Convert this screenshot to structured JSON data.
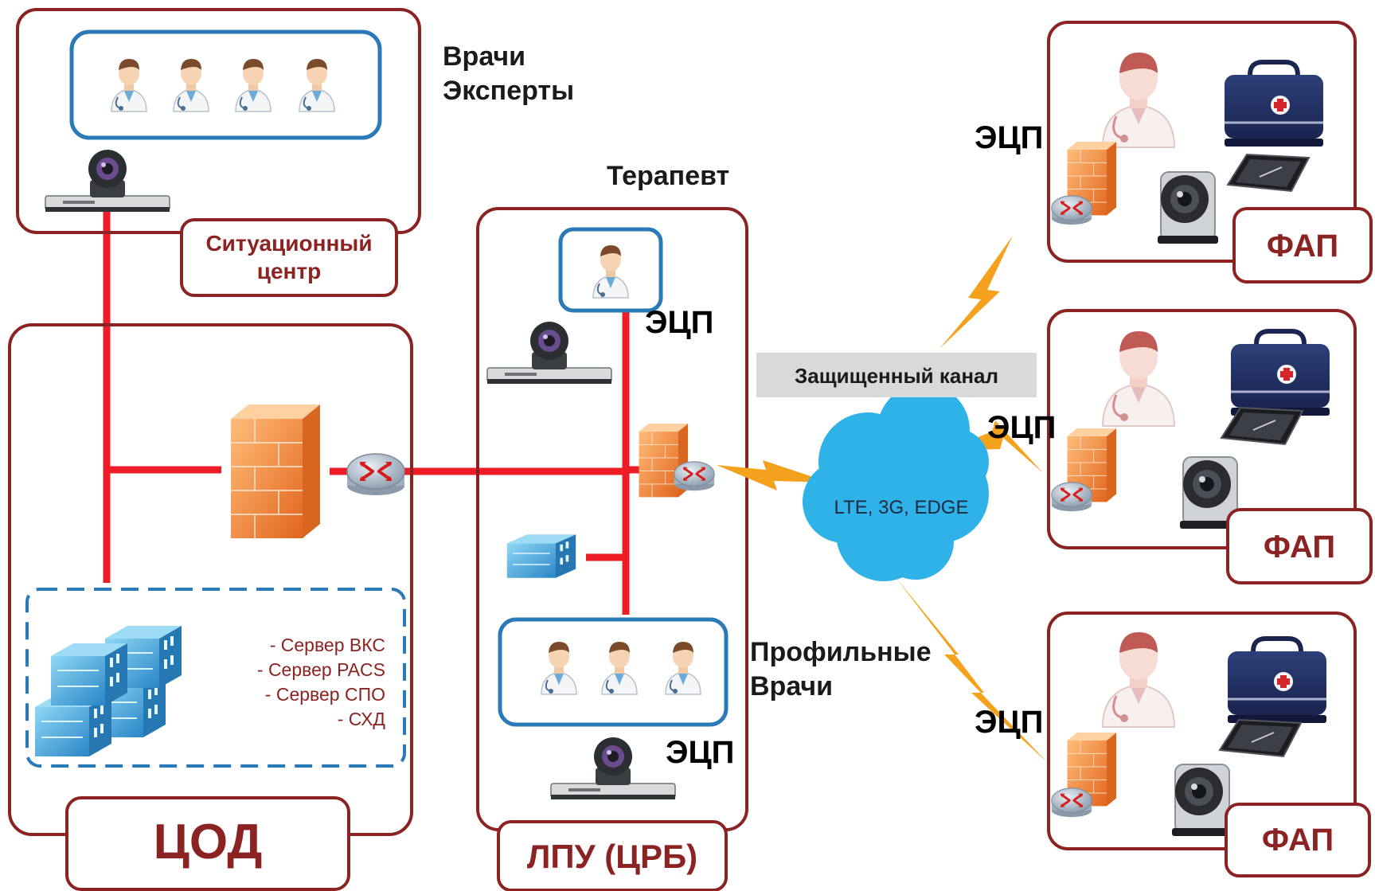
{
  "diagram": {
    "situation_center": {
      "label_line1": "Ситуационный",
      "label_line2": "центр",
      "side_label_line1": "Врачи",
      "side_label_line2": "Эксперты"
    },
    "cod": {
      "label": "ЦОД",
      "server_list": [
        "- Сервер ВКС",
        "- Сервер PACS",
        "- Сервер СПО",
        "- СХД"
      ]
    },
    "lpu": {
      "label": "ЛПУ (ЦРБ)",
      "therapist_label": "Терапевт",
      "specialists_line1": "Профильные",
      "specialists_line2": "Врачи"
    },
    "network": {
      "channel_label": "Защищенный канал",
      "cloud_label": "LTE, 3G, EDGE"
    },
    "signature_label": "ЭЦП",
    "fap_label": "ФАП",
    "colors": {
      "frame": "#8b2323",
      "link": "#ee1c25",
      "group_border": "#2a7ab8",
      "lightning": "#f4a21d",
      "cloud": "#2fb2e8",
      "channel_bg": "#d9d9d9"
    }
  }
}
